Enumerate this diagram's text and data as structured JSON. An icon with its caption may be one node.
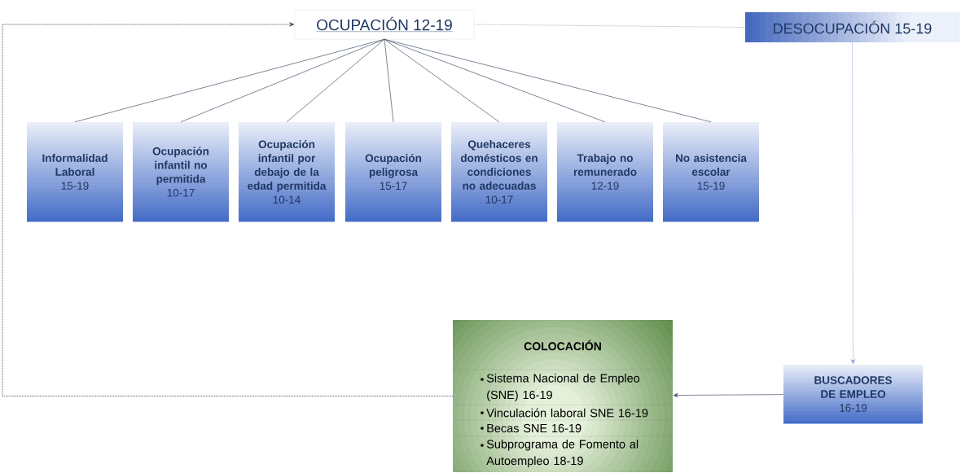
{
  "diagram": {
    "nodes": [
      {
        "text": [
          "OCUPACIÓN  12-19"
        ]
      },
      {
        "text": [
          "DESOCUPACIÓN 15-19"
        ]
      },
      {
        "text": [
          "Informalidad Laboral",
          "15-19"
        ]
      },
      {
        "text": [
          "Ocupación infantil no permitida",
          "10-17"
        ]
      },
      {
        "text": [
          "Ocupación infantil por debajo de la edad permitida",
          "10-14"
        ]
      },
      {
        "text": [
          "Ocupación peligrosa",
          "15-17"
        ]
      },
      {
        "text": [
          "Quehaceres domésticos en condiciones no adecuadas",
          "10-17"
        ]
      },
      {
        "text": [
          "Trabajo no remunerado",
          "12-19"
        ]
      },
      {
        "text": [
          "No asistencia escolar",
          "15-19"
        ]
      },
      {
        "text": [
          "COLOCACIÓN",
          "Sistema Nacional de Empleo (SNE) 16-19",
          "Vinculación laboral SNE 16-19",
          "Becas SNE 16-19",
          "Subprograma de Fomento al Autoempleo 18-19"
        ]
      },
      {
        "text": [
          "BUSCADORES DE EMPLEO",
          "16-19"
        ]
      }
    ],
    "edges": [
      {
        "from": 0,
        "to": 2,
        "arrow": "none"
      },
      {
        "from": 0,
        "to": 3,
        "arrow": "none"
      },
      {
        "from": 0,
        "to": 4,
        "arrow": "none"
      },
      {
        "from": 0,
        "to": 5,
        "arrow": "none"
      },
      {
        "from": 0,
        "to": 6,
        "arrow": "none"
      },
      {
        "from": 0,
        "to": 7,
        "arrow": "none"
      },
      {
        "from": 0,
        "to": 8,
        "arrow": "none"
      },
      {
        "from": 1,
        "to": 0,
        "arrow": "none",
        "style": "dashed",
        "color": "#a9b4c6"
      },
      {
        "from": 1,
        "to": 10,
        "arrow": "to",
        "style": "dashed",
        "color": "#8faadc"
      },
      {
        "from": 10,
        "to": 9,
        "arrow": "to"
      },
      {
        "from": 9,
        "to": 0,
        "arrow": "to",
        "style": "dashed"
      }
    ]
  }
}
